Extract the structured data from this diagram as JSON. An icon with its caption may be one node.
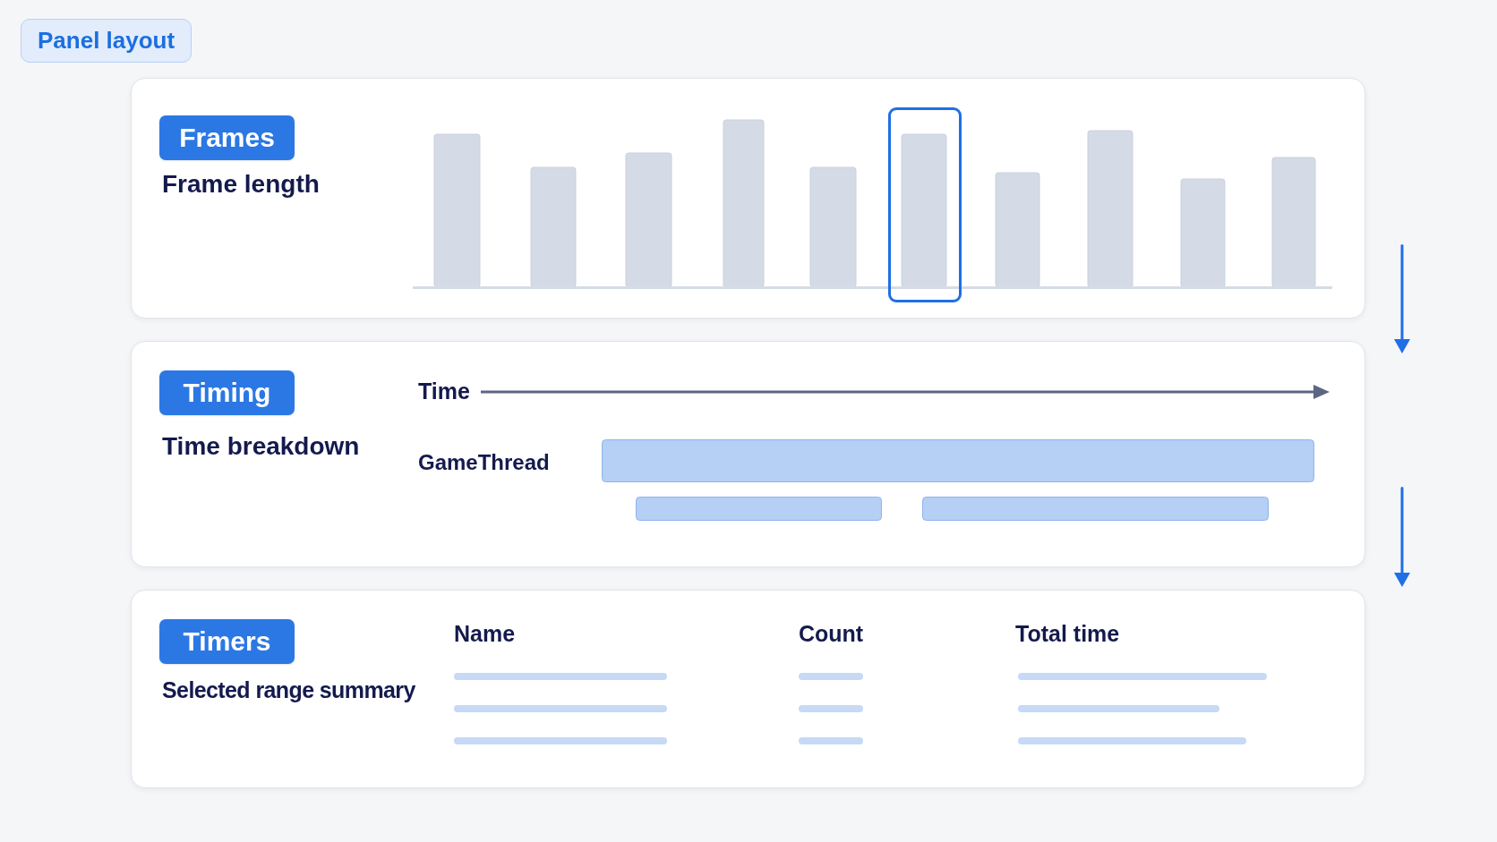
{
  "diagram": {
    "title": "Panel layout",
    "nodes": [
      {
        "text": [
          "Frame length"
        ]
      },
      {
        "text": [
          "Frames"
        ],
        "in": 0
      },
      {
        "text": [
          "Time breakdown",
          "Time",
          "GameThread"
        ]
      },
      {
        "text": [
          "Timing"
        ],
        "in": 2
      },
      {
        "text": [
          "Selected range summary",
          "Name",
          "Count",
          "Total time"
        ]
      },
      {
        "text": [
          "Timers"
        ],
        "in": 4
      }
    ]
  }
}
